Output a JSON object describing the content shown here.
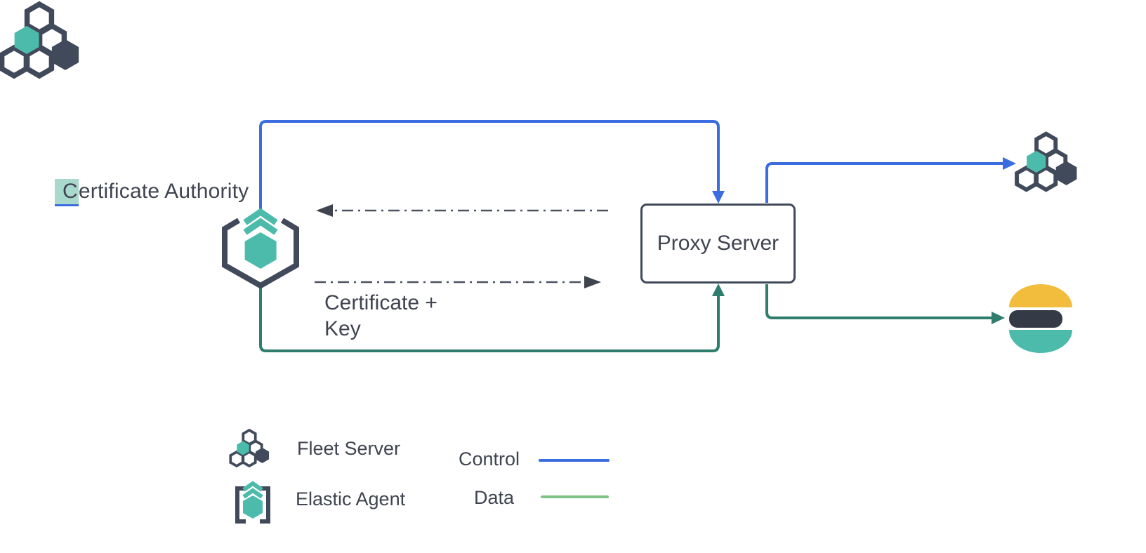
{
  "diagram": {
    "certificate_authority": {
      "highlighted_char": "C",
      "label_rest": "ertificate Authority",
      "icon": "elastic-agent-icon"
    },
    "proxy_server": {
      "label": "Proxy Server"
    },
    "certificate_key_label": {
      "line1": "Certificate +",
      "line2": "Key"
    },
    "fleet_server_node": {
      "icon": "fleet-server-icon"
    },
    "elasticsearch_node": {
      "icon": "elasticsearch-icon"
    }
  },
  "legend": {
    "items": [
      {
        "label": "Fleet Server",
        "icon": "fleet-server-icon"
      },
      {
        "label": "Elastic Agent",
        "icon": "elastic-agent-icon"
      }
    ],
    "lines": [
      {
        "label": "Control",
        "color": "#3b6ce0"
      },
      {
        "label": "Data",
        "color": "#7ec487"
      }
    ]
  },
  "colors": {
    "control_blue": "#3b6ce0",
    "data_green_dark": "#2e7d6d",
    "data_green_light": "#7ec487",
    "teal": "#4cbbab",
    "slate": "#414a5a",
    "elastic_yellow": "#f2bc3d",
    "elastic_dark": "#343a46",
    "text": "#3f4450",
    "selection_highlight": "#a9d8cc",
    "dashed_gray": "#4b5260",
    "background": "#ffffff"
  }
}
